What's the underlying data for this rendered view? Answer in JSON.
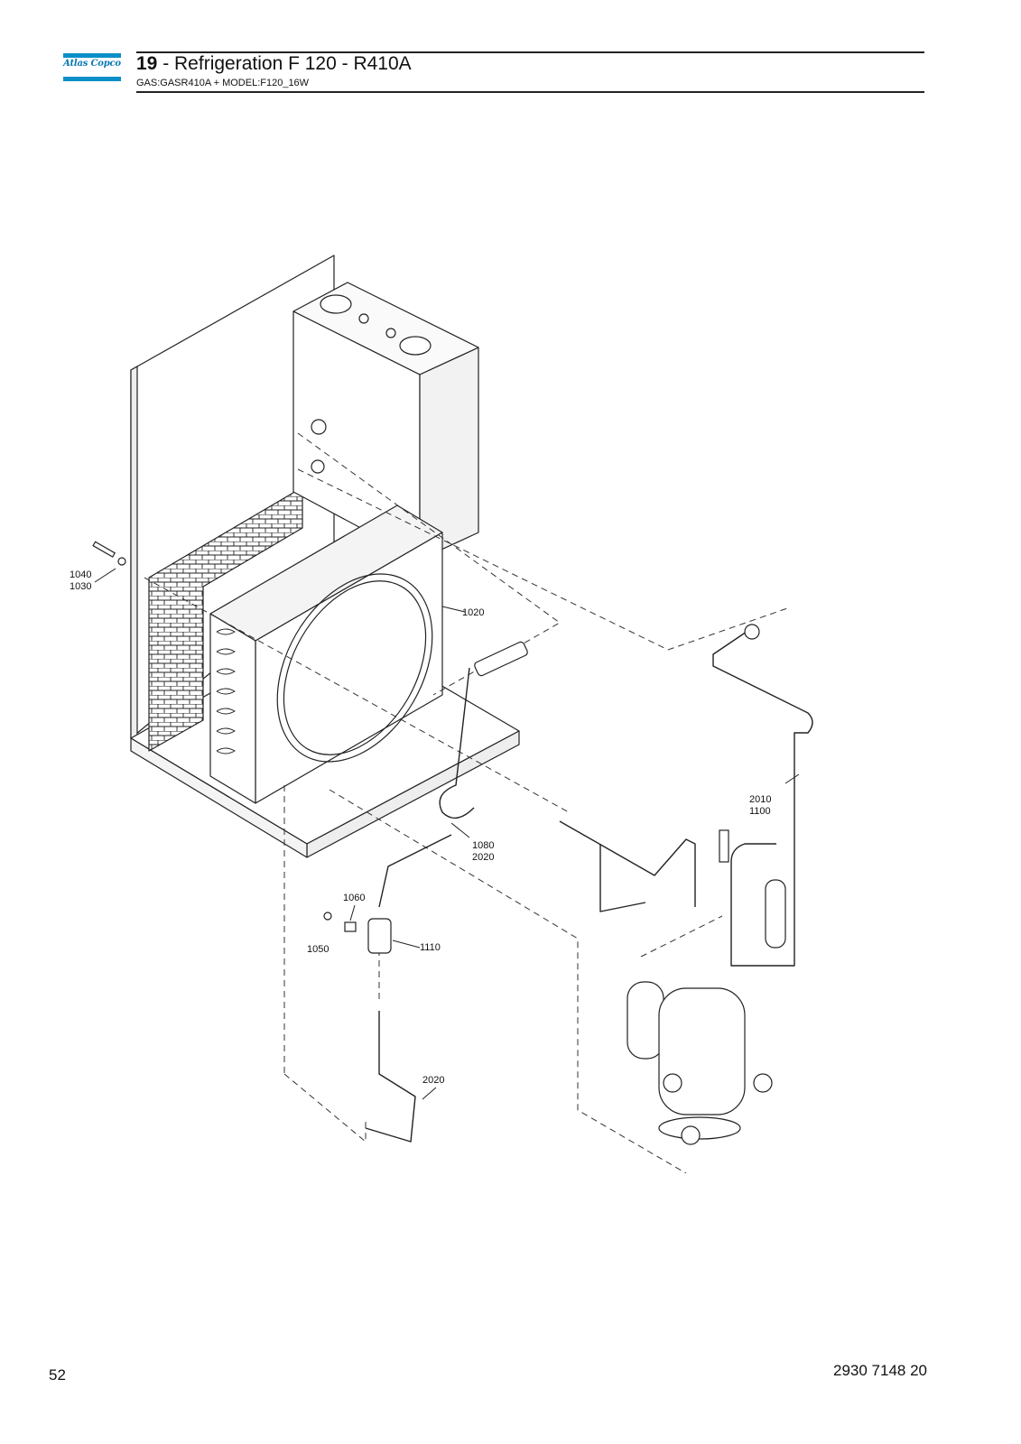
{
  "brand": {
    "logo_text": "Atlas Copco",
    "accent_color": "#0a8fc7"
  },
  "header": {
    "section_number": "19",
    "title_rest": " - Refrigeration F 120 - R410A",
    "subtitle": "GAS:GASR410A + MODEL:F120_16W"
  },
  "footer": {
    "page_number": "52",
    "document_number": "2930 7148 20"
  },
  "callouts": {
    "c1040": "1040",
    "c1030": "1030",
    "c1020": "1020",
    "c2010": "2010",
    "c1100": "1100",
    "c1080": "1080",
    "c2020a": "2020",
    "c1060": "1060",
    "c1050": "1050",
    "c1110": "1110",
    "c2020b": "2020"
  }
}
